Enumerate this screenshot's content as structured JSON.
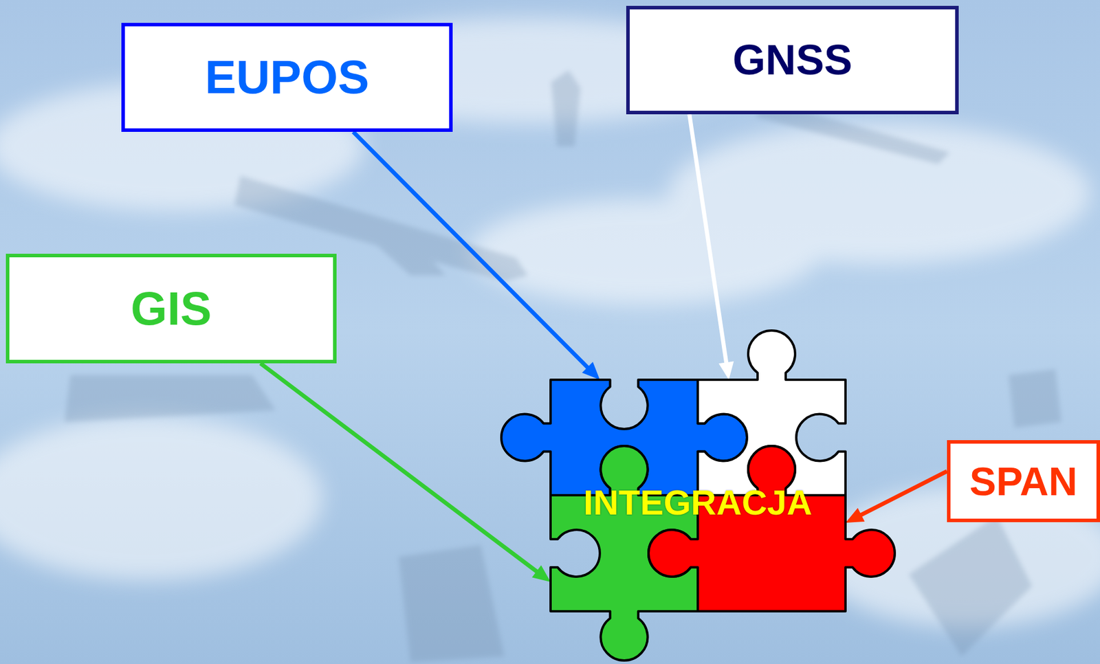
{
  "diagram": {
    "nodes": [
      {
        "text": [
          "EUPOS"
        ]
      },
      {
        "text": [
          "GNSS"
        ]
      },
      {
        "text": [
          "GIS"
        ]
      },
      {
        "text": [
          "INTEGRACJA"
        ]
      },
      {
        "text": [
          "SPAN"
        ]
      }
    ],
    "edges": [
      {
        "from": 0,
        "to": 3,
        "arrow": "to"
      },
      {
        "from": 1,
        "to": 3,
        "arrow": "to"
      },
      {
        "from": 2,
        "to": 3,
        "arrow": "to"
      },
      {
        "from": 4,
        "to": 3,
        "arrow": "to"
      }
    ]
  }
}
